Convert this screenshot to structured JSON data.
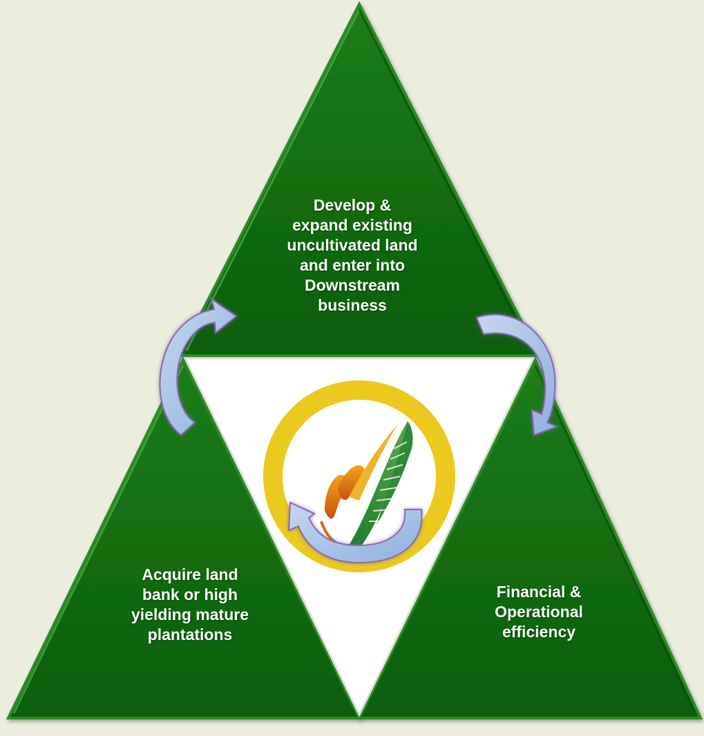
{
  "colors": {
    "background": "#ebeedd",
    "triangle_fill": "#0f6a0d",
    "triangle_edge": "#2c8c26",
    "center_fill": "#ffffff",
    "ring": "#ecc91e",
    "arrow": "#a9c3e6",
    "arrow_edge": "#8a6ab0",
    "text": "#ffffff"
  },
  "segments": {
    "top": {
      "lines": [
        "Develop &",
        "expand existing",
        "uncultivated land",
        "and enter into",
        "Downstream",
        "business"
      ]
    },
    "bottom_left": {
      "lines": [
        "Acquire land",
        "bank or high",
        "yielding mature",
        "plantations"
      ]
    },
    "bottom_right": {
      "lines": [
        "Financial &",
        "Operational",
        "efficiency"
      ]
    }
  },
  "icons": {
    "center_logo": "palm-leaf-logo-icon",
    "cycle_arrows": "curved-arrow-icon"
  }
}
